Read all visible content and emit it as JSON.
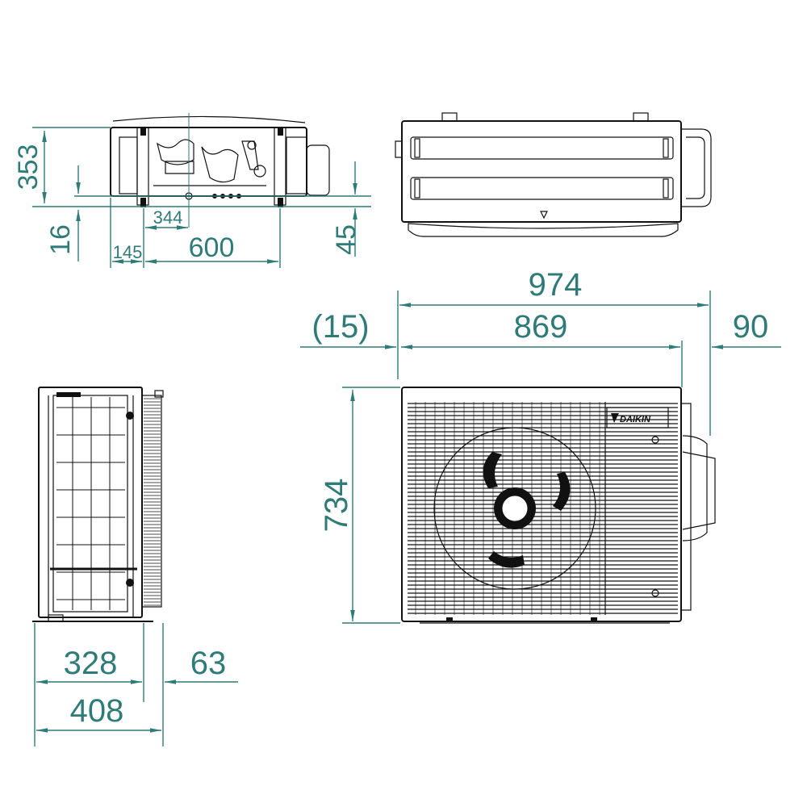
{
  "drawing": {
    "brand": "DAIKIN",
    "dimension_color": "#2e7b78",
    "outline_color": "#111111",
    "top_view": {
      "depth": "353",
      "bracket_spacing": "344",
      "bottom_offset": "16",
      "left_offset": "145",
      "width": "600",
      "right_offset": "45"
    },
    "front_view": {
      "total_width": "974",
      "left_protrusion": "(15)",
      "body_width": "869",
      "right_protrusion": "90",
      "height": "734"
    },
    "side_view": {
      "body_depth": "328",
      "grille_depth": "63",
      "total_depth": "408"
    }
  }
}
